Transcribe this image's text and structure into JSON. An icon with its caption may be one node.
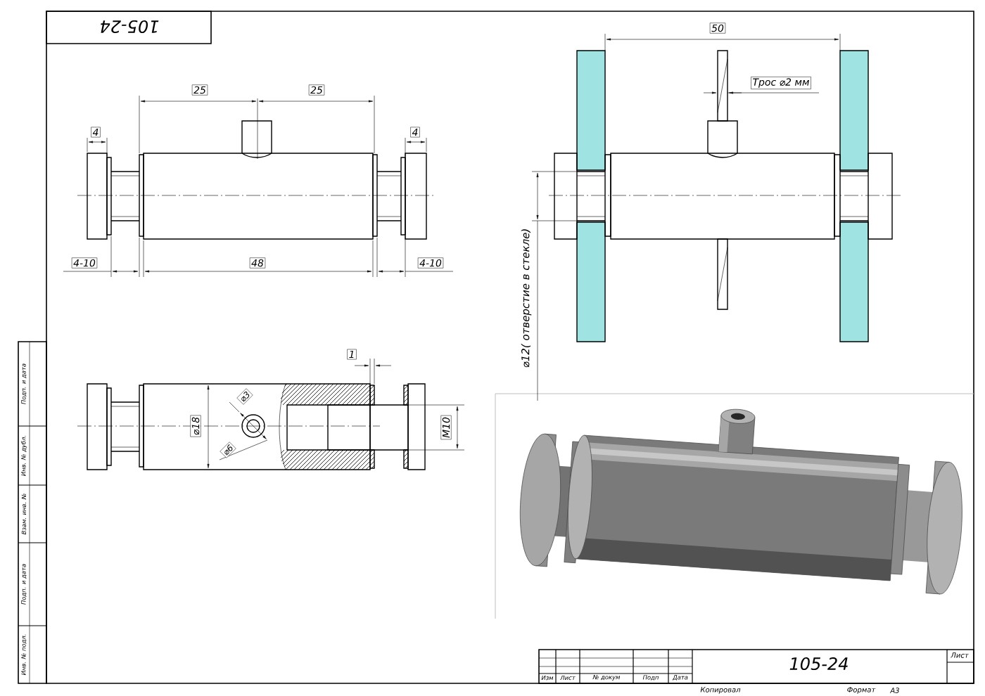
{
  "diagram": {
    "labels": [
      "105-24",
      "25",
      "25",
      "50",
      "4",
      "4",
      "Трос ⌀2 мм",
      "4-10",
      "48",
      "4-10",
      "⌀12( отверстие в стекле)",
      "1",
      "⌀3",
      "⌀18",
      "M10",
      "⌀6",
      "Подп. и дата",
      "Инв. № дубл.",
      "Взам. инв. №",
      "Подп. и дата",
      "Инв. № подл.",
      "105-24",
      "Лист",
      "Изм",
      "Лист",
      "№ докум",
      "Подп",
      "Дата",
      "Копировал",
      "Формат",
      "А3"
    ]
  }
}
